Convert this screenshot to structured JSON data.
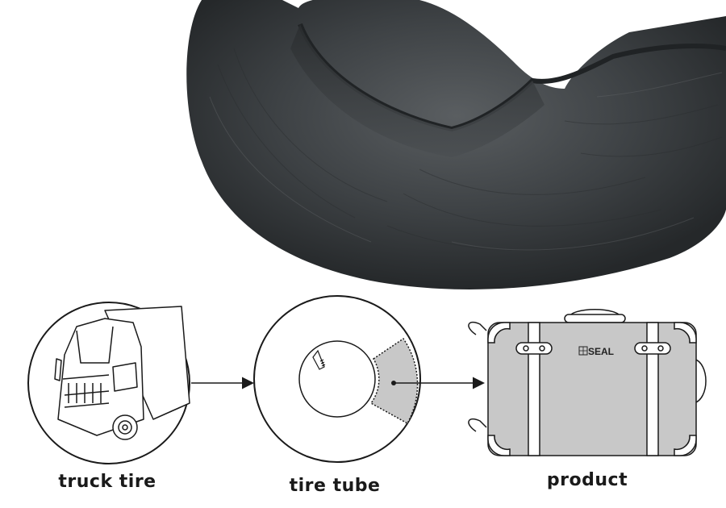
{
  "labels": {
    "truck": "truck tire",
    "tube": "tire tube",
    "product": "product"
  },
  "brand": {
    "logo_text": "SEAL"
  },
  "colors": {
    "rubber_dark": "#2f3234",
    "rubber_mid": "#4a4e51",
    "suitcase_fill": "#c8c8c8",
    "line": "#1a1a1a",
    "highlight_segment": "#c8c8c8"
  },
  "icons": {
    "arrow_1": "arrow-right-icon",
    "arrow_2": "arrow-right-icon",
    "truck": "truck-icon",
    "tube": "tire-tube-cross-section-icon",
    "suitcase": "suitcase-icon"
  }
}
